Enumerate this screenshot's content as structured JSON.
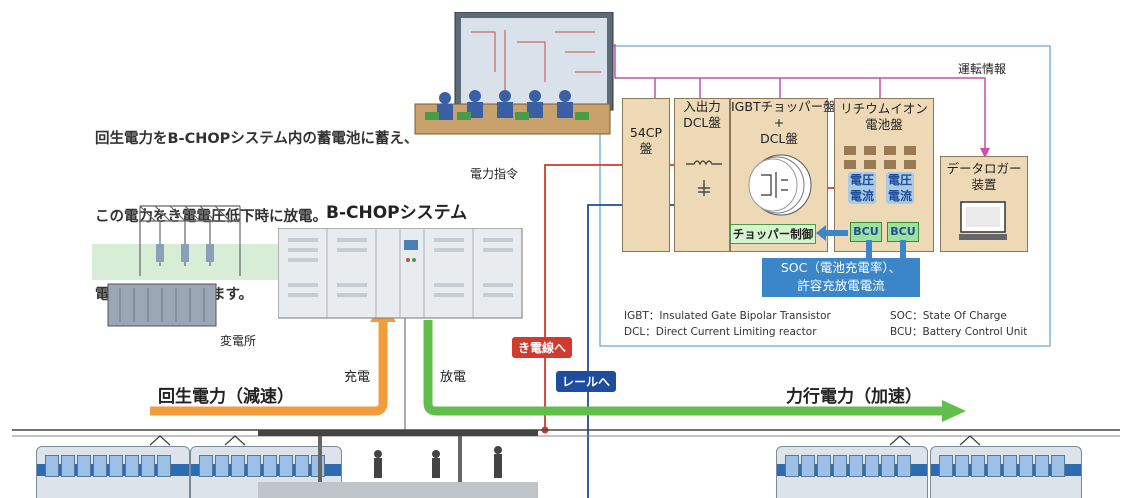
{
  "intro_lines": [
    "回生電力をB-CHOPシステム内の蓄電池に蓄え、",
    "この電力をき電電圧低下時に放電。",
    "電力を有効活用します。"
  ],
  "control_room_label": "電力指令",
  "system_title": "B-CHOPシステム",
  "substation_label": "変電所",
  "operation_info_label": "運転情報",
  "panels": {
    "p54cp": "54CP\n盤",
    "io_dcl": "入出力\nDCL盤",
    "igbt": "IGBTチョッパー盤\n+\nDCL盤",
    "lithium": "リチウムイオン\n電池盤",
    "logger": "データロガー\n装置"
  },
  "sensor_labels": [
    "電圧\n電流",
    "電圧\n電流"
  ],
  "bcu_labels": [
    "BCU",
    "BCU"
  ],
  "chopper_control_label": "チョッパー制御",
  "soc_box_lines": [
    "SOC（電池充電率）、",
    "許容充放電電流"
  ],
  "legend": [
    {
      "left": "IGBT：Insulated Gate Bipolar Transistor",
      "right": "SOC：State Of Charge"
    },
    {
      "left": "DCL：Direct Current Limiting reactor",
      "right": "BCU：Battery Control Unit"
    }
  ],
  "feeder_tag": "き電線へ",
  "rail_tag": "レールへ",
  "charge_label": "充電",
  "discharge_label": "放電",
  "regen_label": "回生電力（減速）",
  "powering_label": "力行電力（加速）",
  "colors": {
    "panel": "#eed9b6",
    "feeder_red": "#d23a2e",
    "rail_blue": "#1d4d9c",
    "info_magenta": "#cc4fa8",
    "frame_blue": "#7fb6dd",
    "charge_orange": "#f39c3c",
    "discharge_green": "#5fbf4a",
    "soc_blue": "#3a86c8"
  },
  "icons": [
    "control-room-icon",
    "substation-icon",
    "b-chop-cabinet-icon",
    "monitor-icon",
    "ic-stack-icon",
    "train-icon",
    "platform-icon"
  ]
}
